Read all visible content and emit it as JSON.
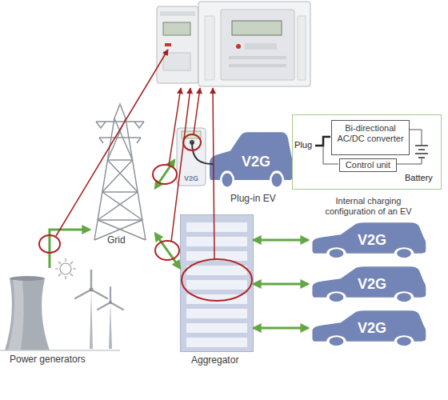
{
  "diagram": {
    "nodes": [
      {
        "text": [
          "Power generators"
        ]
      },
      {
        "text": [
          "Grid"
        ]
      },
      {
        "text": [
          "V2G"
        ]
      },
      {
        "text": [
          "V2G",
          "Plug-in EV"
        ]
      },
      {
        "text": [
          "Internal charging configuration of an EV"
        ]
      },
      {
        "text": [
          "Bi-directional AC/DC converter"
        ],
        "in": 4
      },
      {
        "text": [
          "Control unit"
        ],
        "in": 4
      },
      {
        "text": [
          "Aggregator"
        ]
      },
      {
        "text": [
          "V2G"
        ]
      },
      {
        "text": [
          "V2G"
        ]
      },
      {
        "text": [
          "V2G"
        ]
      }
    ],
    "edges": [
      {
        "from": 0,
        "to": 1,
        "arrow": "to"
      },
      {
        "from": 1,
        "to": 2,
        "arrow": "both"
      },
      {
        "from": 1,
        "to": 7,
        "arrow": "both"
      },
      {
        "from": 7,
        "to": 8,
        "arrow": "both"
      },
      {
        "from": 7,
        "to": 9,
        "arrow": "both"
      },
      {
        "from": 7,
        "to": 10,
        "arrow": "both"
      }
    ],
    "labels": [
      "Plug",
      "Battery"
    ]
  }
}
